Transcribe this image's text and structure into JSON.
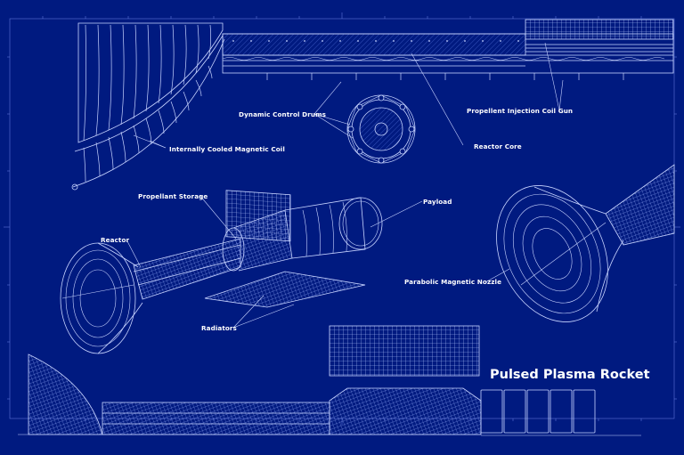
{
  "title": "Pulsed Plasma Rocket",
  "colors": {
    "background": "#001a80",
    "line": "#c8d4ff",
    "line_dim": "#6f86e0",
    "text": "#ffffff"
  },
  "labels": {
    "dynamic_control_drums": "Dynamic Control Drums",
    "propellent_injection_coil_gun": "Propellent Injection Coil Gun",
    "internally_cooled_magnetic_coil": "Internally Cooled Magnetic Coil",
    "reactor_core": "Reactor Core",
    "propellant_storage": "Propellant Storage",
    "payload": "Payload",
    "reactor": "Reactor",
    "parabolic_magnetic_nozzle": "Parabolic Magnetic Nozzle",
    "radiators": "Radiators"
  }
}
